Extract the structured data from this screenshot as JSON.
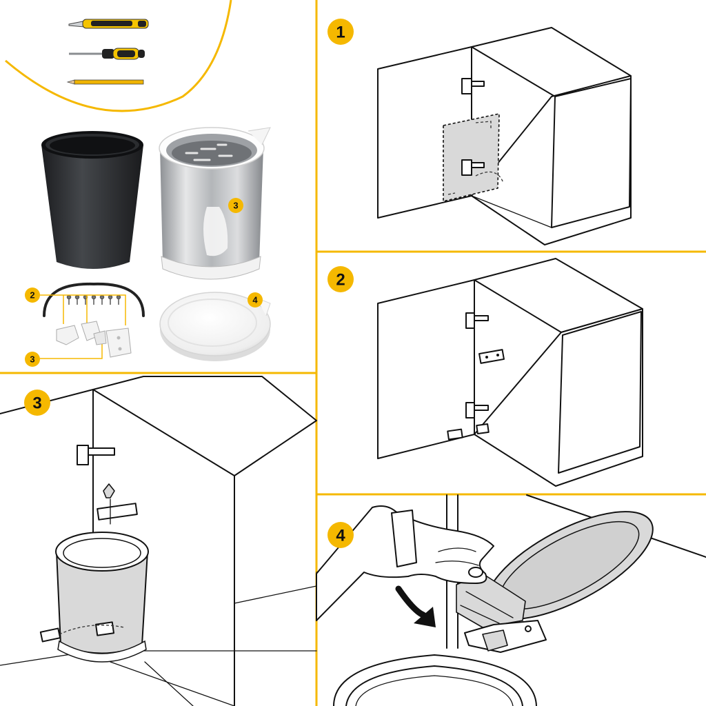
{
  "colors": {
    "accent": "#f5b800",
    "line": "#111111",
    "fill_grey": "#d9d9d9",
    "steel": "#b9bcbf",
    "bin_dark": "#2b2d30"
  },
  "tools": [
    "utility-knife-icon",
    "screwdriver-icon",
    "pencil-icon"
  ],
  "parts": {
    "stainless_bin_label": "3",
    "hardware_rail_label": "2",
    "hardware_bracket_label": "3",
    "lid_label": "4"
  },
  "steps": [
    {
      "number": "1"
    },
    {
      "number": "2"
    },
    {
      "number": "3"
    },
    {
      "number": "4"
    }
  ]
}
